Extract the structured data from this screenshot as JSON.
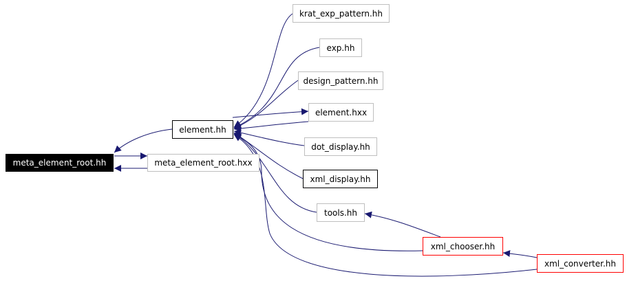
{
  "nodes": {
    "krat_exp_pattern": "krat_exp_pattern.hh",
    "exp": "exp.hh",
    "design_pattern": "design_pattern.hh",
    "element_hxx": "element.hxx",
    "element_hh": "element.hh",
    "dot_display": "dot_display.hh",
    "meta_element_root_hh": "meta_element_root.hh",
    "meta_element_root_hxx": "meta_element_root.hxx",
    "xml_display": "xml_display.hh",
    "tools": "tools.hh",
    "xml_chooser": "xml_chooser.hh",
    "xml_converter": "xml_converter.hh"
  },
  "colors": {
    "edge": "#191970",
    "node_border_gray": "#bfbfbf",
    "node_border_red": "#ff0000",
    "node_border_black": "#000000",
    "root_fill": "#000000"
  }
}
